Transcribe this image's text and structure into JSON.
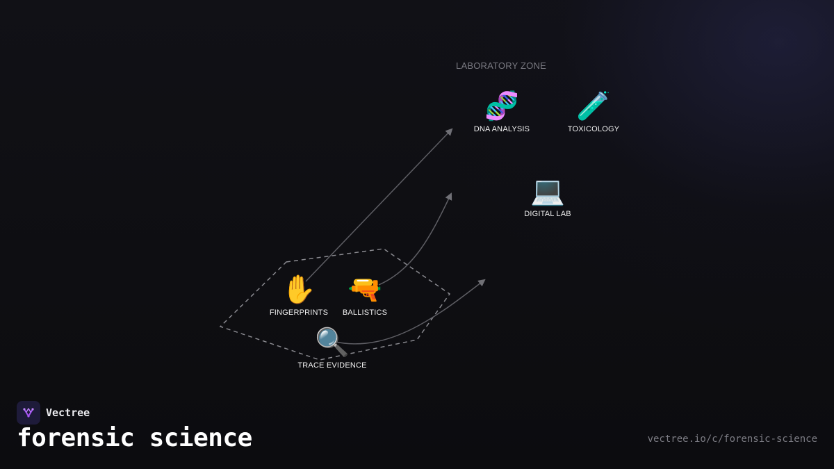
{
  "zone": {
    "label": "LABORATORY ZONE"
  },
  "nodes": [
    {
      "id": "dna",
      "label": "DNA ANALYSIS",
      "icon": "🧬",
      "icon_name": "dna-icon"
    },
    {
      "id": "tox",
      "label": "TOXICOLOGY",
      "icon": "🧪",
      "icon_name": "test-tube-icon"
    },
    {
      "id": "digital",
      "label": "DIGITAL LAB",
      "icon": "💻",
      "icon_name": "laptop-icon"
    },
    {
      "id": "fingerprints",
      "label": "FINGERPRINTS",
      "icon": "✋",
      "icon_name": "raised-hand-icon"
    },
    {
      "id": "ballistics",
      "label": "BALLISTICS",
      "icon": "🔫",
      "icon_name": "pistol-icon"
    },
    {
      "id": "trace",
      "label": "TRACE EVIDENCE",
      "icon": "🔍",
      "icon_name": "magnifying-glass-icon"
    }
  ],
  "brand": {
    "name": "Vectree",
    "accent": "#a855f7"
  },
  "page": {
    "title": "forensic science",
    "url": "vectree.io/c/forensic-science"
  },
  "colors": {
    "background": "#0d0d10",
    "connector": "#66666c",
    "group_outline": "#8a8a90"
  }
}
